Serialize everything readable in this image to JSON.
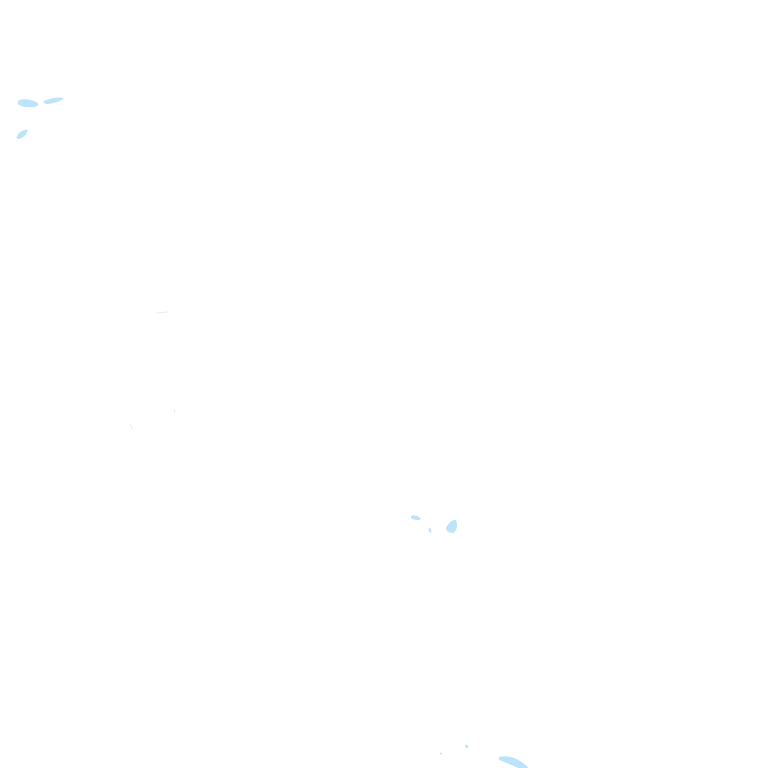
{
  "map": {
    "background_color": "#ffffff",
    "water_color": "#bde3fb",
    "faint_line_color": "#e6eef3",
    "features": [
      {
        "type": "water-body"
      },
      {
        "type": "water-body"
      },
      {
        "type": "water-body"
      },
      {
        "type": "water-body"
      },
      {
        "type": "water-body"
      },
      {
        "type": "water-body"
      },
      {
        "type": "water-body"
      },
      {
        "type": "water-body"
      },
      {
        "type": "water-body"
      }
    ]
  }
}
